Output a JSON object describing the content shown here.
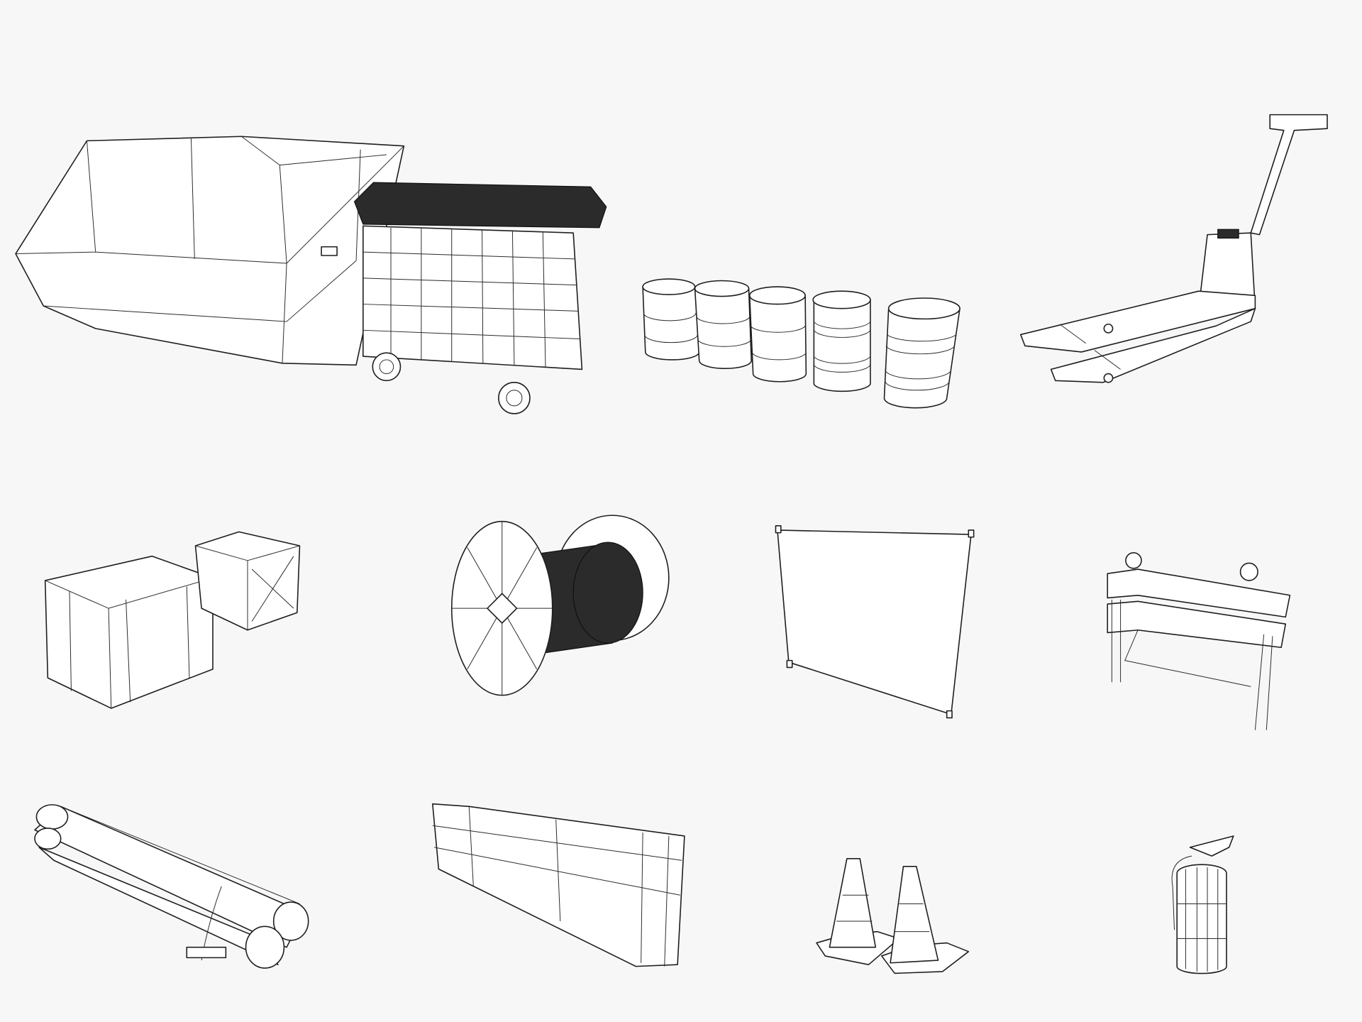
{
  "scene": {
    "background_color": "#f7f7f7",
    "line_color": "#1e1e1e",
    "objects": [
      "skip-container",
      "wheelie-bin",
      "barrels",
      "pallet-jack",
      "wooden-crates",
      "cable-spool",
      "fence-panel",
      "road-barrier",
      "pipe-bundle",
      "concrete-barrier",
      "traffic-cones",
      "fire-extinguisher"
    ]
  }
}
